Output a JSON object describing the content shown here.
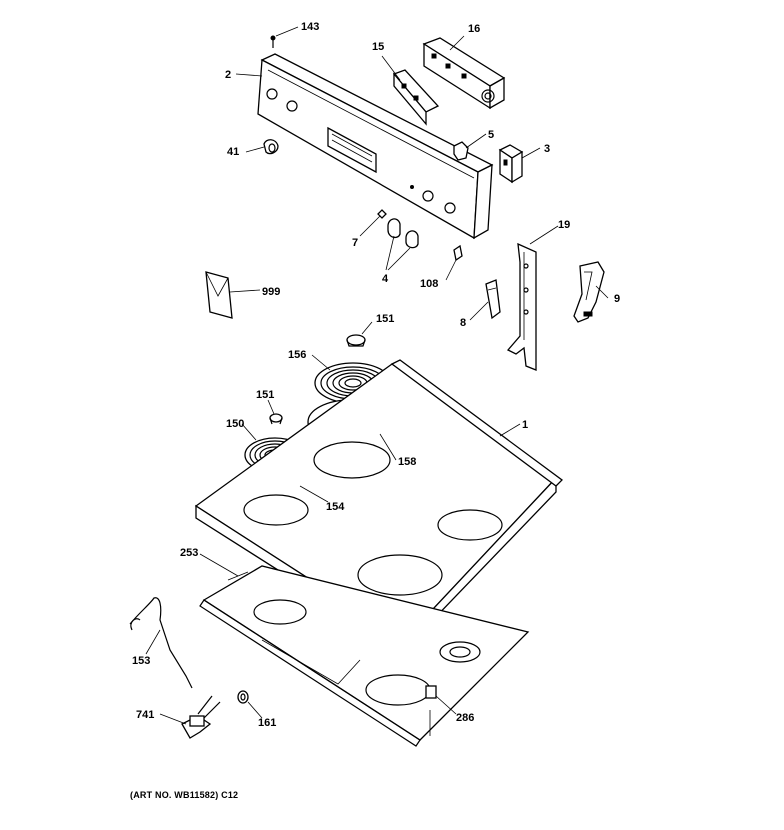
{
  "callouts": {
    "c143": "143",
    "c16": "16",
    "c15": "15",
    "c2": "2",
    "c5": "5",
    "c3": "3",
    "c41": "41",
    "c7": "7",
    "c4": "4",
    "c19": "19",
    "c108": "108",
    "c999": "999",
    "c9": "9",
    "c8": "8",
    "c151a": "151",
    "c156": "156",
    "c151b": "151",
    "c150": "150",
    "c158": "158",
    "c1": "1",
    "c154": "154",
    "c253": "253",
    "c153": "153",
    "c741": "741",
    "c161": "161",
    "c286": "286"
  },
  "caption": "(ART NO. WB11582) C12"
}
